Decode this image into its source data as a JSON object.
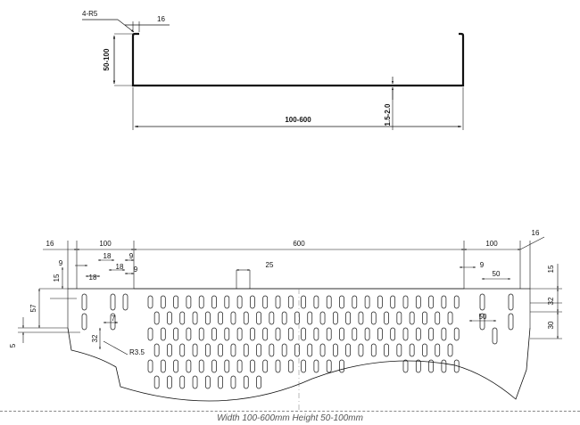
{
  "profile": {
    "corner_radius": "4-R5",
    "flange": "16",
    "height": "50-100",
    "width": "100-600",
    "thickness": "1.5-2.0"
  },
  "tray": {
    "dims": {
      "edge_left": "16",
      "side_left": "100",
      "middle": "600",
      "side_right": "100",
      "edge_right": "16",
      "pitch_9_left": "9",
      "slot_18_a": "18",
      "slot_18_b": "18",
      "slot_18_c": "18",
      "small_9_a": "9",
      "small_9_b": "9",
      "slot_25": "25",
      "pitch_9_right": "9",
      "pitch_50_top": "50",
      "pitch_50_mid": "50",
      "left_15": "15",
      "left_57": "57",
      "left_5": "5",
      "gap_7": "7",
      "vert_32_left": "32",
      "radius": "R3.5",
      "right_15": "15",
      "right_32": "32",
      "right_30": "30"
    }
  },
  "caption": "Width 100-600mm Height 50-100mm"
}
